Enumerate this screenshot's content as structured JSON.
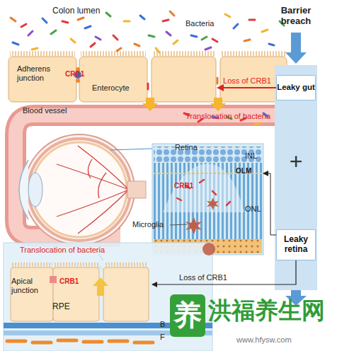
{
  "diagram": {
    "nodes": [
      {
        "text": [
          "+"
        ]
      },
      {
        "text": [
          "Leaky gut"
        ],
        "in": 0
      },
      {
        "text": [
          "Leaky retina"
        ],
        "in": 0
      },
      {
        "text": [
          "Adherens junction",
          "CRB1",
          "Enterocyte"
        ]
      },
      {
        "text": [
          "INL",
          "OLM",
          "CRB1",
          "ONL",
          "Microglia"
        ]
      },
      {
        "text": [
          "Translocation of bacteria",
          "Apical junction",
          "CRB1",
          "RPE"
        ]
      }
    ],
    "edges": [
      {
        "from": 1,
        "to": 3,
        "arrow": "to",
        "label": "Loss of CRB1"
      },
      {
        "from": 2,
        "to": 4,
        "arrow": "to"
      },
      {
        "from": 2,
        "to": 5,
        "arrow": "to",
        "label": "Loss of CRB1"
      }
    ],
    "labels": [
      "Colon lumen",
      "Bacteria",
      "Blood vessel",
      "Translocation of bacteria",
      "Retina",
      "Barrier breach",
      "B",
      "F",
      "养",
      "洪福养生网",
      "www.hfysw.com"
    ]
  }
}
